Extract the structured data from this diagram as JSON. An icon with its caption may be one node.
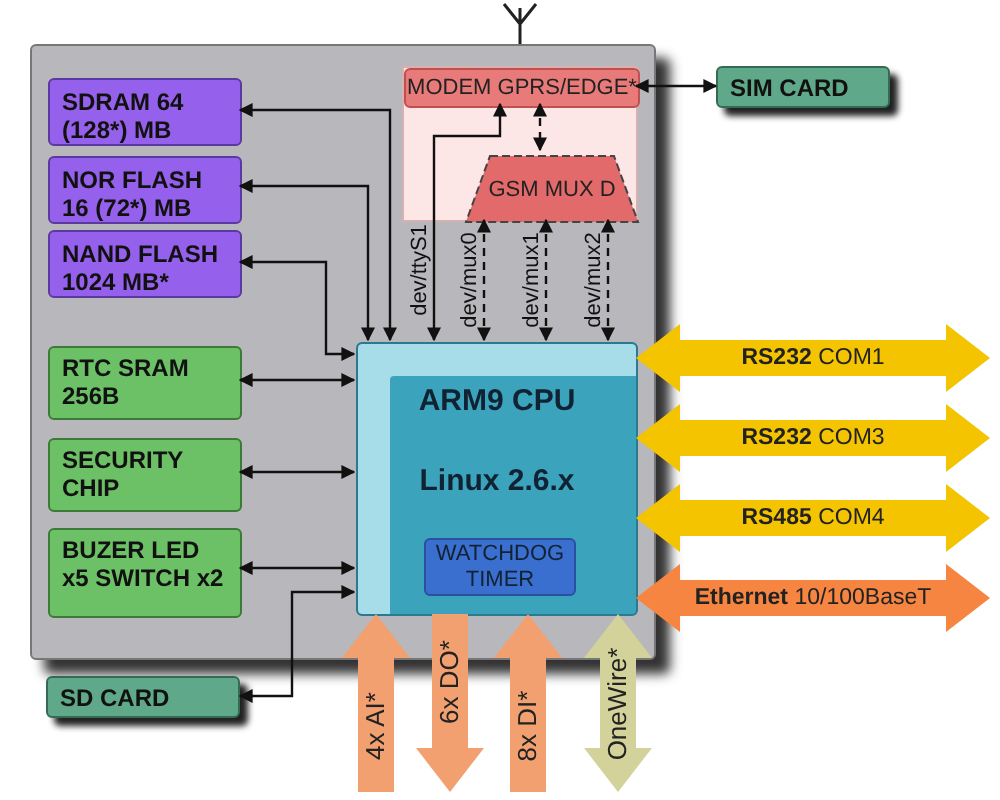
{
  "diagram": {
    "nodes": [
      {
        "text": [],
        "shape": "box"
      },
      {
        "text": [
          "SDRAM 64 (128*) MB"
        ],
        "in": 0
      },
      {
        "text": [
          "NOR FLASH 16 (72*) MB"
        ],
        "in": 0
      },
      {
        "text": [
          "NAND FLASH 1024 MB*"
        ],
        "in": 0
      },
      {
        "text": [
          "RTC SRAM 256B"
        ],
        "in": 0
      },
      {
        "text": [
          "SECURITY CHIP"
        ],
        "in": 0
      },
      {
        "text": [
          "BUZER LED x5 SWITCH x2"
        ],
        "in": 0
      },
      {
        "text": [],
        "shape": "box",
        "in": 0
      },
      {
        "text": [
          "MODEM GPRS/EDGE*"
        ],
        "in": 7
      },
      {
        "text": [
          "GSM MUX D"
        ],
        "in": 7
      },
      {
        "text": [
          "ARM9 CPU",
          "Linux 2.6.x"
        ],
        "in": 0
      },
      {
        "text": [
          "WATCHDOG TIMER"
        ],
        "in": 10
      },
      {
        "text": [
          "SIM CARD"
        ]
      },
      {
        "text": [
          "SD CARD"
        ]
      }
    ],
    "edges": [
      {
        "from": 1,
        "to": 10,
        "arrow": "both"
      },
      {
        "from": 2,
        "to": 10,
        "arrow": "both"
      },
      {
        "from": 3,
        "to": 10,
        "arrow": "both"
      },
      {
        "from": 4,
        "to": 10,
        "arrow": "both"
      },
      {
        "from": 5,
        "to": 10,
        "arrow": "both"
      },
      {
        "from": 6,
        "to": 10,
        "arrow": "both"
      },
      {
        "from": 13,
        "to": 10,
        "arrow": "both"
      },
      {
        "from": 10,
        "to": 8,
        "arrow": "both",
        "label": "dev/ttyS1"
      },
      {
        "from": 8,
        "to": 9,
        "arrow": "both",
        "style": "dashed"
      },
      {
        "from": 9,
        "to": 10,
        "arrow": "both",
        "style": "dashed",
        "label": "dev/mux0"
      },
      {
        "from": 9,
        "to": 10,
        "arrow": "both",
        "style": "dashed",
        "label": "dev/mux1"
      },
      {
        "from": 9,
        "to": 10,
        "arrow": "both",
        "style": "dashed",
        "label": "dev/mux2"
      },
      {
        "from": 8,
        "to": 12,
        "arrow": "both"
      },
      {
        "from": 10,
        "to": null,
        "arrow": "both",
        "label": "**RS232** COM1",
        "style": "thick",
        "color": "#f5c400"
      },
      {
        "from": 10,
        "to": null,
        "arrow": "both",
        "label": "**RS232** COM3",
        "style": "thick",
        "color": "#f5c400"
      },
      {
        "from": 10,
        "to": null,
        "arrow": "both",
        "label": "**RS485** COM4",
        "style": "thick",
        "color": "#f5c400"
      },
      {
        "from": 10,
        "to": null,
        "arrow": "both",
        "label": "**Ethernet** 10/100BaseT",
        "style": "thick",
        "color": "#f58540"
      },
      {
        "from": null,
        "to": 10,
        "arrow": "to",
        "label": "4x AI*",
        "style": "thick",
        "color": "#f2a070"
      },
      {
        "from": 10,
        "to": null,
        "arrow": "to",
        "label": "6x DO*",
        "style": "thick",
        "color": "#f2a070"
      },
      {
        "from": null,
        "to": 10,
        "arrow": "to",
        "label": "8x DI*",
        "style": "thick",
        "color": "#f2a070"
      },
      {
        "from": 10,
        "to": null,
        "arrow": "both",
        "label": "OneWire*",
        "style": "thick",
        "color": "#d2d29a"
      }
    ]
  }
}
